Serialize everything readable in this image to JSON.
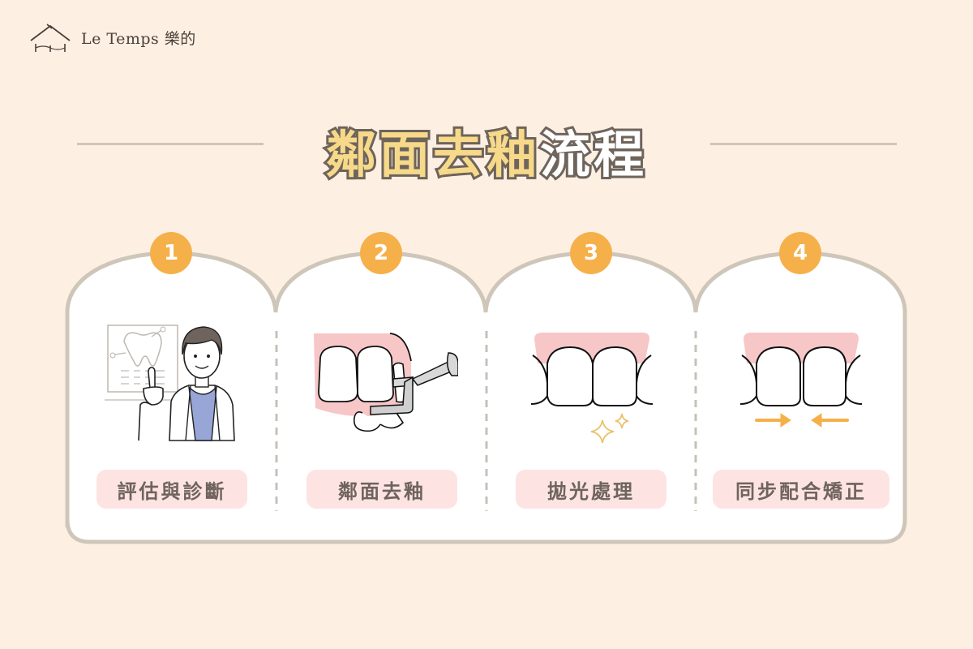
{
  "brand": {
    "name": "Le Temps 樂的",
    "icon": "house-outline-icon"
  },
  "title": {
    "part_highlight": "鄰面去釉",
    "part_plain": "流程",
    "full": "鄰面去釉流程"
  },
  "colors": {
    "background": "#fdf0e3",
    "card_border": "#cfc6ba",
    "badge": "#f6b04a",
    "label_bg": "#fde4e3",
    "label_text": "#6f645d",
    "gum": "#f7c6c7",
    "title_fill": "#f7d98a",
    "title_stroke": "#6e645c"
  },
  "steps": [
    {
      "number": "1",
      "label": "評估與診斷",
      "illustration": "dentist-pointing-at-tooth-chart-icon"
    },
    {
      "number": "2",
      "label": "鄰面去釉",
      "illustration": "teeth-stripping-tool-icon"
    },
    {
      "number": "3",
      "label": "拋光處理",
      "illustration": "polished-teeth-sparkle-icon"
    },
    {
      "number": "4",
      "label": "同步配合矯正",
      "illustration": "teeth-closing-gap-arrows-icon"
    }
  ]
}
